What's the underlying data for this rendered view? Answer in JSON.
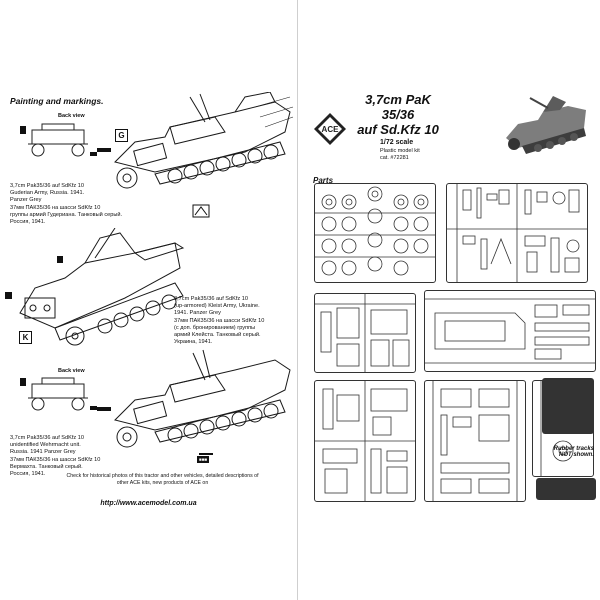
{
  "left": {
    "section_title": "Painting and markings.",
    "back_view_label": "Back view",
    "marker_letters": [
      "G",
      "K"
    ],
    "captions": [
      "3,7cm Pak35/36 auf SdKfz 10\nGuderian Army, Russia. 1941.\nPanzer Grey\n37мм ПАК35/36 на шасси SdKfz 10\nгруппы армий Гудериана. Танковый серый.\nРоссия, 1941.",
      "3,7cm Pak35/36 auf SdKfz 10\n(up-armored) Kleist Army, Ukraine.\n1941. Panzer Grey\n37мм ПАК35/36 на шасси SdKfz 10\n(с доп. бронированием) группы\nармий Клейста. Танковый серый.\nУкраина, 1941.",
      "3,7cm Pak35/36 auf SdKfz 10\nunidentified Wehrmacht unit.\nRussia. 1941 Panzer Grey\n37мм ПАК35/36 на шасси SdKfz 10\nВермахта. Танковый серый.\nРоссия, 1941."
    ],
    "footer_note": "Check for historical photos of this tractor and other vehicles, detailed descriptions of other ACE kits, new products of ACE on",
    "footer_url": "http://www.acemodel.com.ua"
  },
  "right": {
    "title_line1": "3,7cm PaK 35/36",
    "title_line2": "auf Sd.Kfz 10",
    "scale": "1/72 scale",
    "kit_type": "Plastic model kit",
    "cat_no": "cat. #72281",
    "logo_text": "ACE",
    "parts_label": "Parts",
    "rubber_note": "Rubber tracks\nNOT shown."
  }
}
